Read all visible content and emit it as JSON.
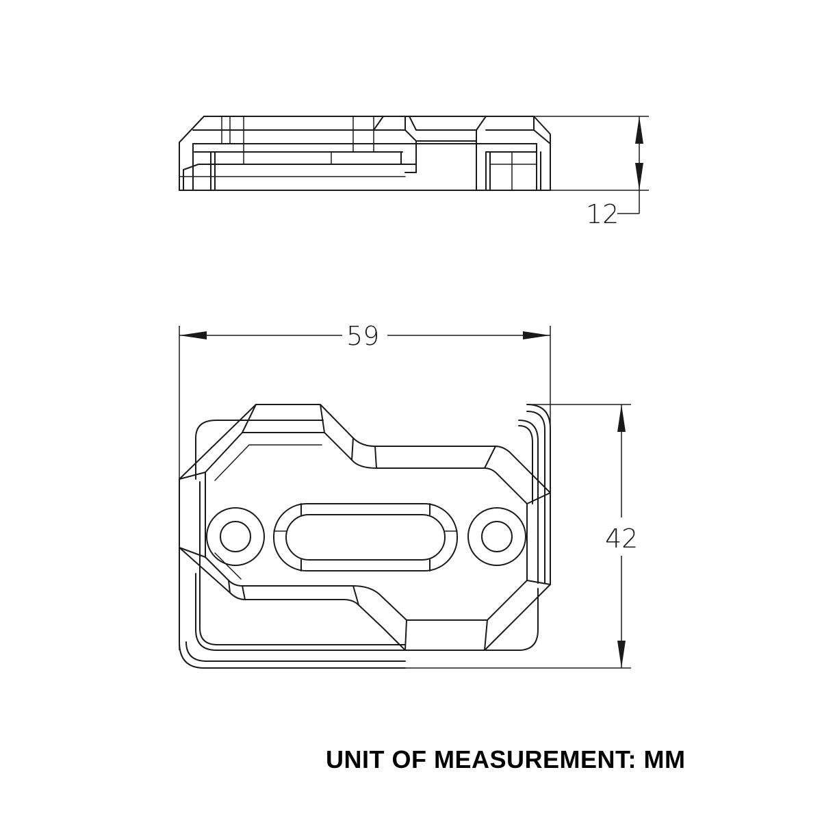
{
  "dimensions": {
    "height": "12",
    "width": "59",
    "depth": "42"
  },
  "note": "UNIT OF MEASUREMENT: MM"
}
